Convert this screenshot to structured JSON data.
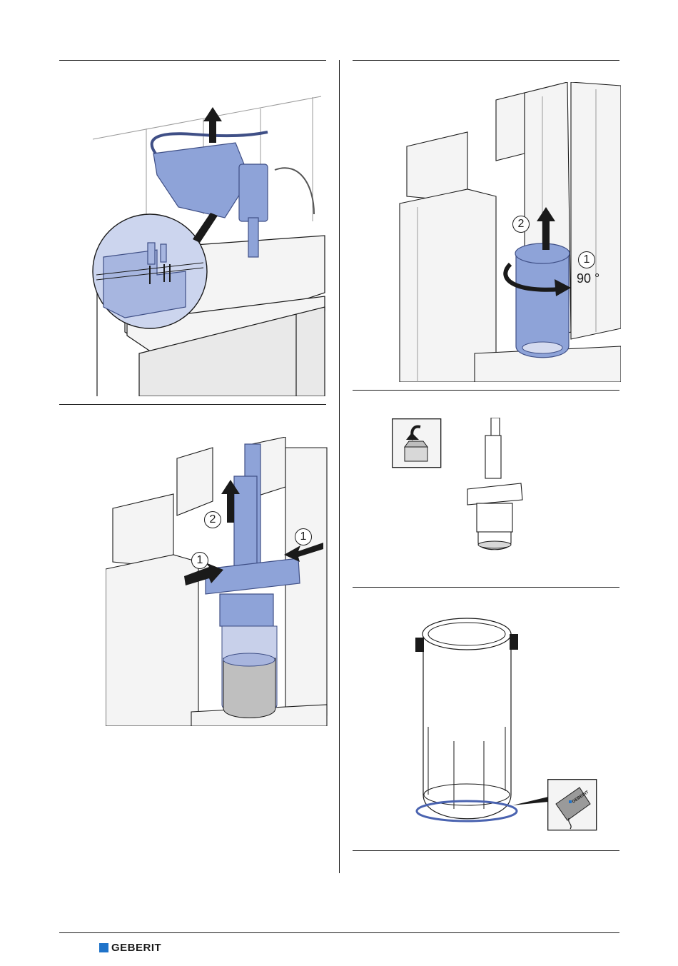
{
  "callouts": {
    "step1": "1",
    "step2": "2"
  },
  "angle_label": "90 °",
  "brand": {
    "name": "GEBERIT",
    "accent_color": "#1f73c9"
  },
  "colors": {
    "part_blue": "#8ea3d8",
    "part_blue_dark": "#3f4f86",
    "line": "#1a1a1a",
    "gray_fill": "#d8d8d8"
  },
  "icons": {
    "unpack": "open-box-icon",
    "seal": "seal-label-icon"
  }
}
